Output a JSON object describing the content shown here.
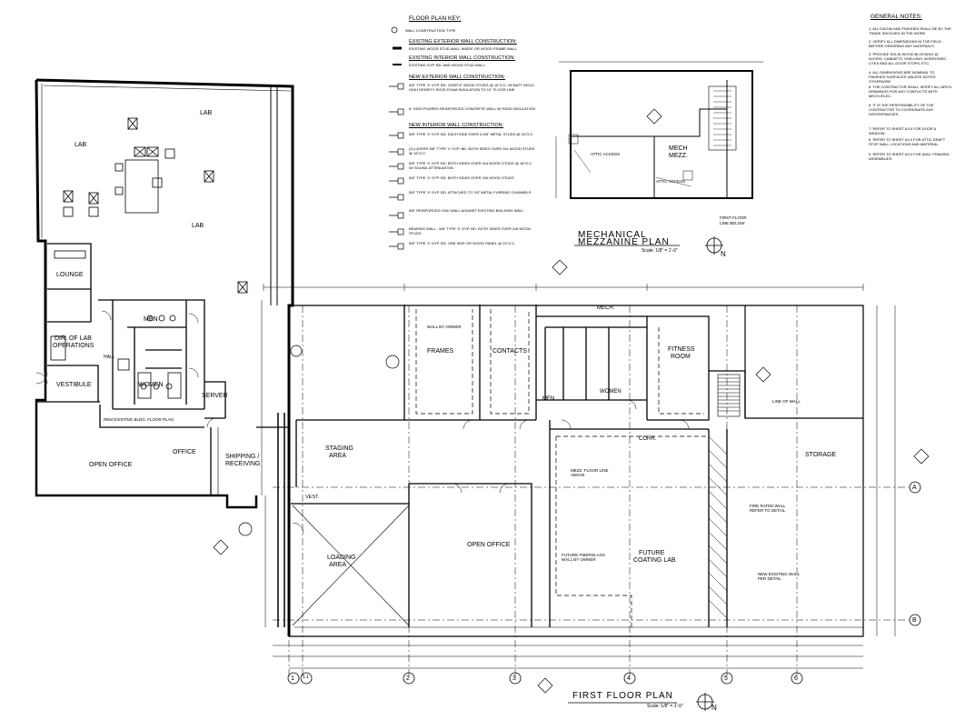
{
  "titles": {
    "first_floor": "FIRST FLOOR PLAN",
    "first_floor_scale": "Scale: 1/8\" = 1'-0\"",
    "mezzanine_line1": "MECHANICAL",
    "mezzanine_line2": "MEZZANINE PLAN",
    "mezzanine_scale": "Scale: 1/8\" = 1'-0\""
  },
  "north_label": "N",
  "floor_plan_key": {
    "heading": "FLOOR PLAN KEY:",
    "wall_type": "WALL CONSTRUCTION TYPE",
    "existing_exterior_heading": "EXISTING EXTERIOR WALL CONSTRUCTION:",
    "existing_exterior_text": "EXISTING WOOD STUD WALL INSIDE OR WOOD FRAME WALL",
    "existing_interior_heading": "EXISTING INTERIOR WALL CONSTRUCTION:",
    "existing_interior_text": "EXISTING GYP. BD. AND WOOD STUD WALL",
    "new_exterior_heading": "NEW EXTERIOR WALL CONSTRUCTION:",
    "new_exterior_text": "5/8\" TYPE 'X' GYP. BD. OVER 6\" WOOD STUDS @ 16\"O.C. W/ BATT INSUL. HIGH DENSITY RIGID FOAM INSULATION TO 12\" FLOOR LINE",
    "new_exterior_text2": "6\" HIGH POURED REINFORCED CONCRETE WALL W/ RIGID INSULATION",
    "new_interior_heading": "NEW INTERIOR WALL CONSTRUCTION:",
    "new_interior_items": [
      "5/8\" TYPE 'X' GYP. BD. EACH SIDE OVER 3-5/8\" METAL STUDS @ 16\"O.C.",
      "(2) LAYERS 5/8\" TYPE 'X' GYP. BD. BOTH SIDES OVER 2x4 WOOD STUDS @ 16\"O.C.",
      "5/8\" TYPE 'X' GYP. BD. BOTH SIDES OVER 2x4 WOOD STUDS @ 16\"O.C. W/ SOUND ATTENUATION",
      "5/8\" TYPE 'X' GYP. BD. BOTH SIDES OVER 2x6 WOOD STUDS",
      "5/8\" TYPE 'X' GYP. BD. ATTACHED TO 7/8\" METAL FURRING CHANNELS",
      "5/8\" REINFORCED CMU WALL AGAINST EXISTING BUILDING WALL",
      "BEARING WALL - 5/8\" TYPE 'X' GYP. BD. BOTH SIDES OVER 2x6 WOOD STUDS",
      "5/8\" TYPE 'X' GYP. BD. ONE SIDE OR WOOD PANEL @ 24\"O.C."
    ]
  },
  "general_notes": {
    "heading": "GENERAL NOTES:",
    "items": [
      "1. ALL DATUM AND FINISHED SHALL BE BY THE TRADE INVOLVED IN THE WORK.",
      "2. VERIFY ALL DIMENSIONS IN THE FIELD BEFORE ORDERING ANY MATERIALS.",
      "3. PROVIDE SOLID WOOD BLOCKING @ DOORS, CABINETS, SHELVING, BORROWED LITES AND ALL DOOR STOPS, ETC.",
      "4. ALL DIMENSIONS ARE NOMINAL TO FINISHED SURFACES UNLESS NOTED OTHERWISE.",
      "5. THE CONTRACTOR SHALL VERIFY ALL ARCH. DRAWINGS FOR ANY CONFLICTS WITH MECH./ELEC.",
      "6. IT IS THE RESPONSIBILITY OF THE CONTRACTOR TO COORDINATE ANY DISCREPANCIES.",
      "7. REFER TO SHEET A3.0 FOR DOOR & WINDOW.",
      "8. REFER TO SHEET A4.0 FOR ATTIC DRAFT STOP WALL LOCATIONS AND MATERIAL.",
      "9. REFER TO SHEET A4.0 FOR WALL FRAMING ASSEMBLIES."
    ]
  },
  "rooms": {
    "lab1": "LAB",
    "lab2": "LAB",
    "lab3": "LAB",
    "lounge": "LOUNGE",
    "dir_lab_ops_1": "DIR. OF LAB",
    "dir_lab_ops_2": "OPERATIONS",
    "vestibule": "VESTIBULE",
    "men": "MEN",
    "women": "WOMEN",
    "server": "SERVER",
    "hall": "HALL",
    "open_office_left": "OPEN OFFICE",
    "office": "OFFICE",
    "shipping_1": "SHIPPING /",
    "shipping_2": "RECEIVING",
    "staging_1": "STAGING",
    "staging_2": "AREA",
    "loading_1": "LOADING",
    "loading_2": "AREA",
    "vest": "VEST.",
    "open_office": "OPEN OFFICE",
    "frames": "FRAMES",
    "contacts": "CONTACTS",
    "mech": "MECH.",
    "men2": "MEN",
    "women2": "WOMEN",
    "fitness_1": "FITNESS",
    "fitness_2": "ROOM",
    "corr": "CORR.",
    "storage": "STORAGE",
    "future_1": "FUTURE",
    "future_2": "COATING LAB",
    "mech_mezz_1": "MECH",
    "mech_mezz_2": "MEZZ."
  },
  "notes_on_plan": {
    "rem_line_note": "REM EXISTING BLDG. FLOOR PLAN",
    "wall_by_owner": "WALL BY OWNER",
    "attic_access": "ATTIC ACCESS",
    "mezz_above": "MEZZ. FLOOR LINE ABOVE",
    "line_of_wall": "LINE OF WALL",
    "future_wall": "FUTURE FIBERGLASS WALL BY OWNER",
    "fire_wall": "FIRE RATED WALL REFER TO DETAIL",
    "new_existing": "NEW EXISTING WALL PER DETAIL",
    "first_floor_mezz": "FIRST FLOOR",
    "first_floor_mezz2": "LINE BELOW"
  },
  "grid": {
    "bottom": [
      "1",
      "1.1",
      "2",
      "3",
      "4",
      "5",
      "6"
    ],
    "right": [
      "A",
      "B"
    ]
  }
}
